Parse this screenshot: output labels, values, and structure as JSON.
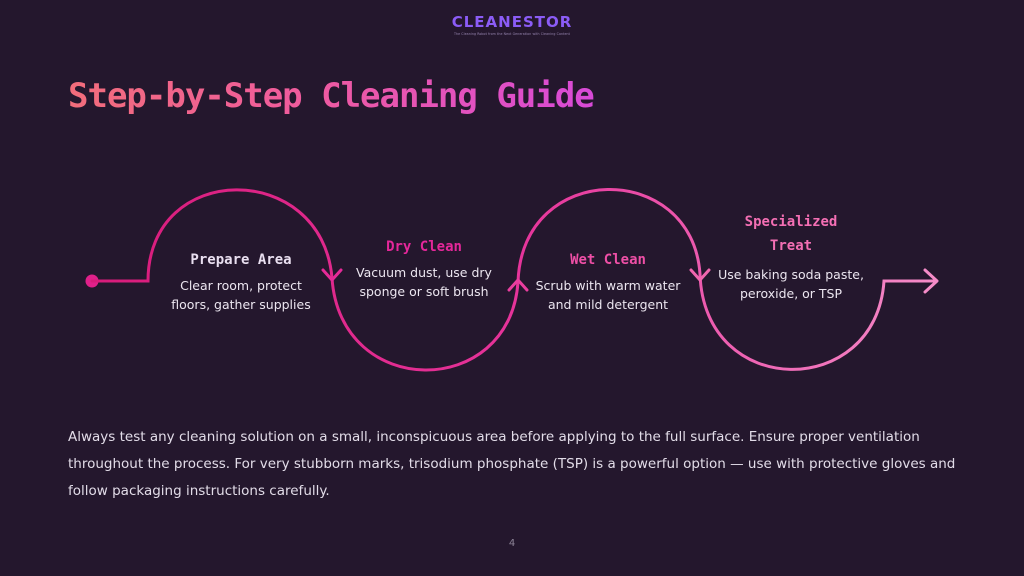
{
  "brand": {
    "name": "CLEANESTOR",
    "tagline": "The Cleaning Robot from the Next Generation with Cleaning Content"
  },
  "slide": {
    "title": "Step-by-Step Cleaning Guide",
    "page_number": "4"
  },
  "steps": [
    {
      "title": "Prepare Area",
      "description": "Clear room, protect floors, gather supplies",
      "color": "#e9dff0"
    },
    {
      "title": "Dry Clean",
      "description": "Vacuum dust, use dry sponge or soft brush",
      "color": "#e5279a"
    },
    {
      "title": "Wet Clean",
      "description": "Scrub with warm water and mild detergent",
      "color": "#ee4fa6"
    },
    {
      "title": "Specialized Treat",
      "description": "Use baking soda paste, peroxide, or TSP",
      "color": "#f46fb4"
    }
  ],
  "note": {
    "text": "Always test any cleaning solution on a small, inconspicuous area before applying to the full surface. Ensure proper ventilation throughout the process. For very stubborn marks, trisodium phosphate (TSP) is a powerful option — use with protective gloves and follow packaging instructions carefully."
  },
  "colors": {
    "background": "#24172d",
    "flow_start": "#d81b7a",
    "flow_mid": "#e6339a",
    "flow_end": "#f58cc8",
    "brand_purple": "#8b5cf6"
  }
}
